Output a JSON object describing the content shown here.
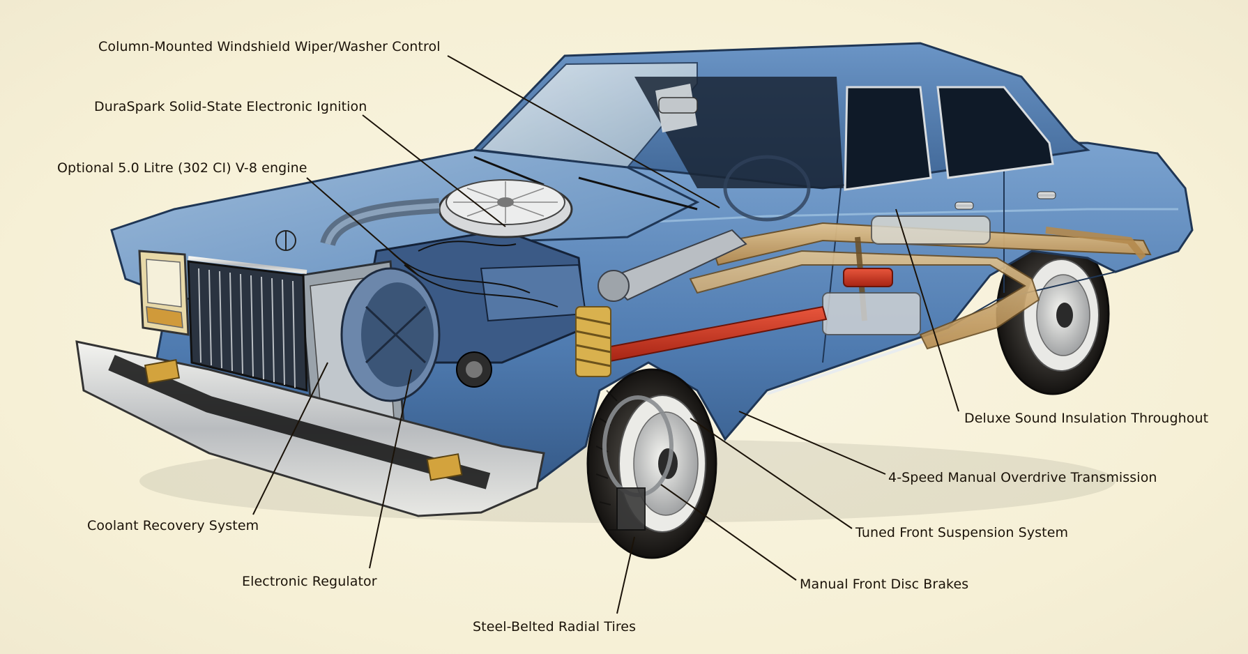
{
  "callouts": [
    {
      "id": "wiper",
      "text": "Column-Mounted Windshield Wiper/Washer Control"
    },
    {
      "id": "ignition",
      "text": "DuraSpark Solid-State Electronic Ignition"
    },
    {
      "id": "engine",
      "text": "Optional 5.0 Litre (302 CI) V-8 engine"
    },
    {
      "id": "insulation",
      "text": "Deluxe Sound Insulation Throughout"
    },
    {
      "id": "transmission",
      "text": "4-Speed Manual Overdrive Transmission"
    },
    {
      "id": "suspension",
      "text": "Tuned Front Suspension System"
    },
    {
      "id": "coolant",
      "text": "Coolant Recovery System"
    },
    {
      "id": "regulator",
      "text": "Electronic Regulator"
    },
    {
      "id": "brakes",
      "text": "Manual Front Disc Brakes"
    },
    {
      "id": "tires",
      "text": "Steel-Belted Radial Tires"
    }
  ],
  "colors": {
    "body_blue": "#5a86b8",
    "body_dark": "#2d4f7c",
    "frame_tan": "#c9a46a",
    "driveshaft_red": "#c8321e",
    "tire_black": "#1c1a18",
    "leader_line": "#1a1208"
  }
}
